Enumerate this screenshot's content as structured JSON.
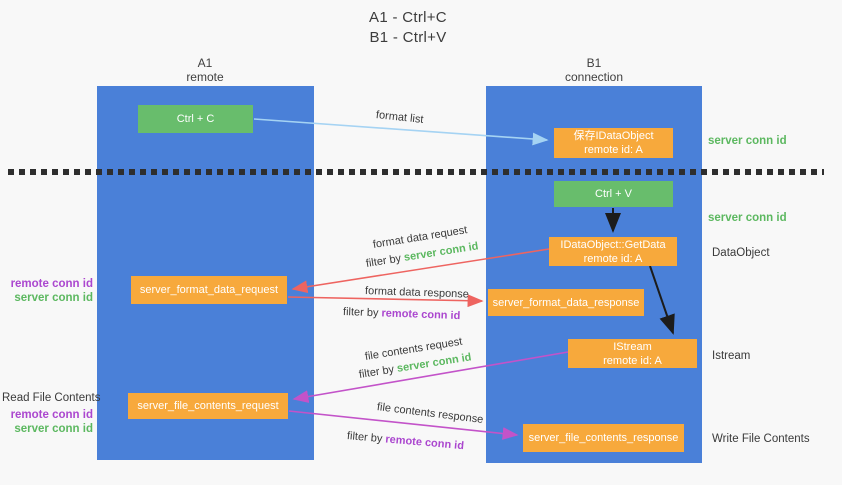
{
  "title": {
    "line1": "A1 - Ctrl+C",
    "line2": "B1 - Ctrl+V"
  },
  "columns": {
    "left": {
      "id": "A1",
      "name": "remote"
    },
    "right": {
      "id": "B1",
      "name": "connection"
    }
  },
  "nodes": {
    "ctrl_c": {
      "label": "Ctrl + C"
    },
    "save_idataobject": {
      "line1": "保存IDataObject",
      "line2": "remote id: A"
    },
    "ctrl_v": {
      "label": "Ctrl + V"
    },
    "getdata": {
      "line1": "IDataObject::GetData",
      "line2": "remote id: A"
    },
    "server_format_data_request": {
      "label": "server_format_data_request"
    },
    "server_format_data_response": {
      "label": "server_format_data_response"
    },
    "istream": {
      "line1": "IStream",
      "line2": "remote id: A"
    },
    "server_file_contents_request": {
      "label": "server_file_contents_request"
    },
    "server_file_contents_response": {
      "label": "server_file_contents_response"
    }
  },
  "edge_labels": {
    "format_list": "format list",
    "format_data_request": "format data request",
    "format_data_response": "format data response",
    "file_contents_request": "file contents request",
    "file_contents_response": "file contents response",
    "filter_by": "filter by",
    "server_conn_id": "server conn id",
    "remote_conn_id": "remote conn id"
  },
  "side_labels": {
    "left": {
      "remote_conn_id": "remote conn id",
      "server_conn_id": "server conn id",
      "read_file_contents": "Read File Contents"
    },
    "right": {
      "server_conn_id_top": "server conn id",
      "server_conn_id_mid": "server conn id",
      "dataobject": "DataObject",
      "istream": "Istream",
      "write_file_contents": "Write File Contents"
    }
  },
  "colors": {
    "column_blue": "#4a80d8",
    "box_green": "#68bd6c",
    "box_orange": "#f7a93c",
    "green_text": "#5cb860",
    "purple_text": "#ab47cf",
    "red_arrow": "#ee6460",
    "magenta_arrow": "#c353c9",
    "light_blue_arrow": "#a5d3f3",
    "black_arrow": "#1c1c1c"
  }
}
